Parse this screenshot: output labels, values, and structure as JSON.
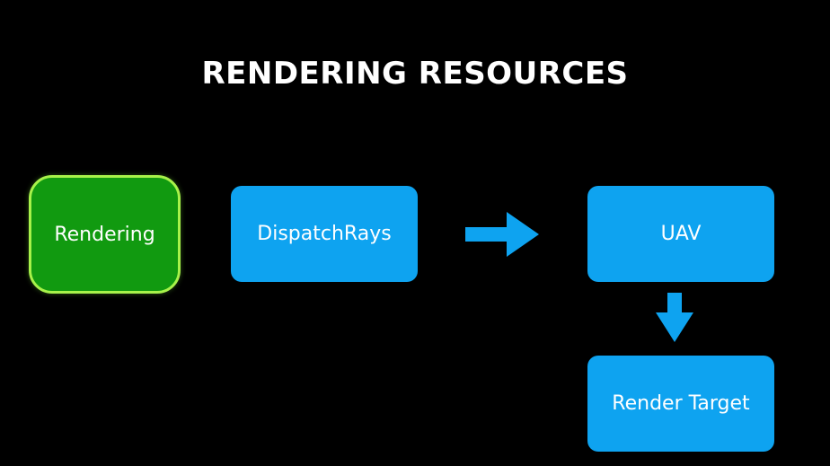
{
  "slide": {
    "title": "RENDERING RESOURCES",
    "nodes": {
      "rendering": "Rendering",
      "dispatch_rays": "DispatchRays",
      "uav": "UAV",
      "render_target": "Render Target"
    },
    "colors": {
      "background": "#000000",
      "green_fill": "#119a10",
      "green_border": "#a7f24a",
      "blue": "#0ea3f0",
      "text": "#ffffff"
    },
    "arrows": [
      {
        "from": "dispatch_rays",
        "to": "uav",
        "direction": "right"
      },
      {
        "from": "uav",
        "to": "render_target",
        "direction": "down"
      }
    ]
  }
}
